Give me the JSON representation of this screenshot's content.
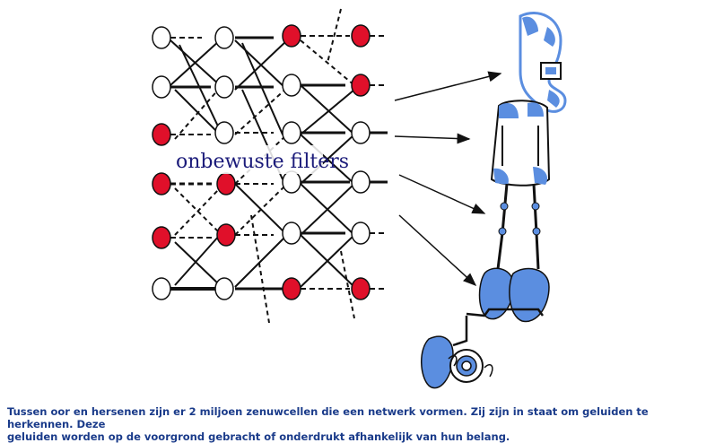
{
  "diagram": {
    "label": "onbewuste filters",
    "colors": {
      "active_node": "#e0102a",
      "inactive_node": "#ffffff",
      "node_stroke": "#111111",
      "arrow": "#111111",
      "brain_fill": "#5b8ee0",
      "label_color": "#1b1b7a"
    },
    "legend_states": [
      "active",
      "inactive"
    ]
  },
  "caption": {
    "line1": "Tussen oor en hersenen zijn er 2 miljoen zenuwcellen die een netwerk vormen. Zij zijn in staat om geluiden te herkennen. Deze",
    "line2": "geluiden worden op de voorgrond gebracht of onderdrukt afhankelijk van hun belang."
  }
}
